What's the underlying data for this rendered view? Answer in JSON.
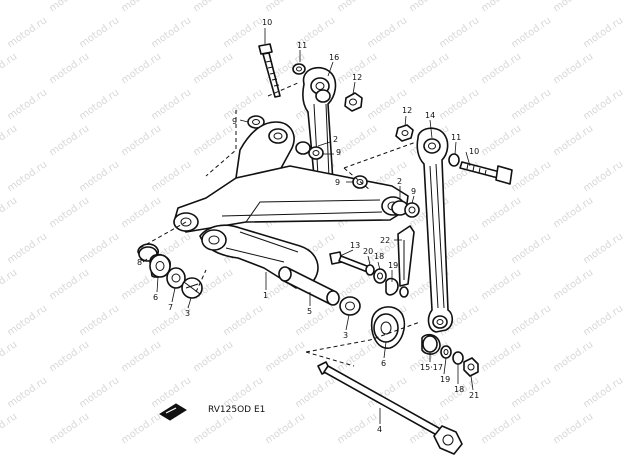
{
  "watermark": "motod.ru",
  "code_label": "RV125OD E1",
  "callouts": [
    {
      "id": "c10a",
      "label": "10"
    },
    {
      "id": "c11a",
      "label": "11"
    },
    {
      "id": "c16",
      "label": "16"
    },
    {
      "id": "c12a",
      "label": "12"
    },
    {
      "id": "c9a",
      "label": "9"
    },
    {
      "id": "c2a",
      "label": "2"
    },
    {
      "id": "c9b",
      "label": "9"
    },
    {
      "id": "c12b",
      "label": "12"
    },
    {
      "id": "c14",
      "label": "14"
    },
    {
      "id": "c11b",
      "label": "11"
    },
    {
      "id": "c10b",
      "label": "10"
    },
    {
      "id": "c9c",
      "label": "9"
    },
    {
      "id": "c2b",
      "label": "2"
    },
    {
      "id": "c9d",
      "label": "9"
    },
    {
      "id": "c22",
      "label": "22"
    },
    {
      "id": "c13",
      "label": "13"
    },
    {
      "id": "c20",
      "label": "20"
    },
    {
      "id": "c18a",
      "label": "18"
    },
    {
      "id": "c19a",
      "label": "19"
    },
    {
      "id": "c8",
      "label": "8"
    },
    {
      "id": "c6a",
      "label": "6"
    },
    {
      "id": "c7",
      "label": "7"
    },
    {
      "id": "c3a",
      "label": "3"
    },
    {
      "id": "c1",
      "label": "1"
    },
    {
      "id": "c5",
      "label": "5"
    },
    {
      "id": "c3b",
      "label": "3"
    },
    {
      "id": "c6b",
      "label": "6"
    },
    {
      "id": "c1517",
      "label": "15·17"
    },
    {
      "id": "c19b",
      "label": "19"
    },
    {
      "id": "c18b",
      "label": "18"
    },
    {
      "id": "c21",
      "label": "21"
    },
    {
      "id": "c4",
      "label": "4"
    }
  ]
}
